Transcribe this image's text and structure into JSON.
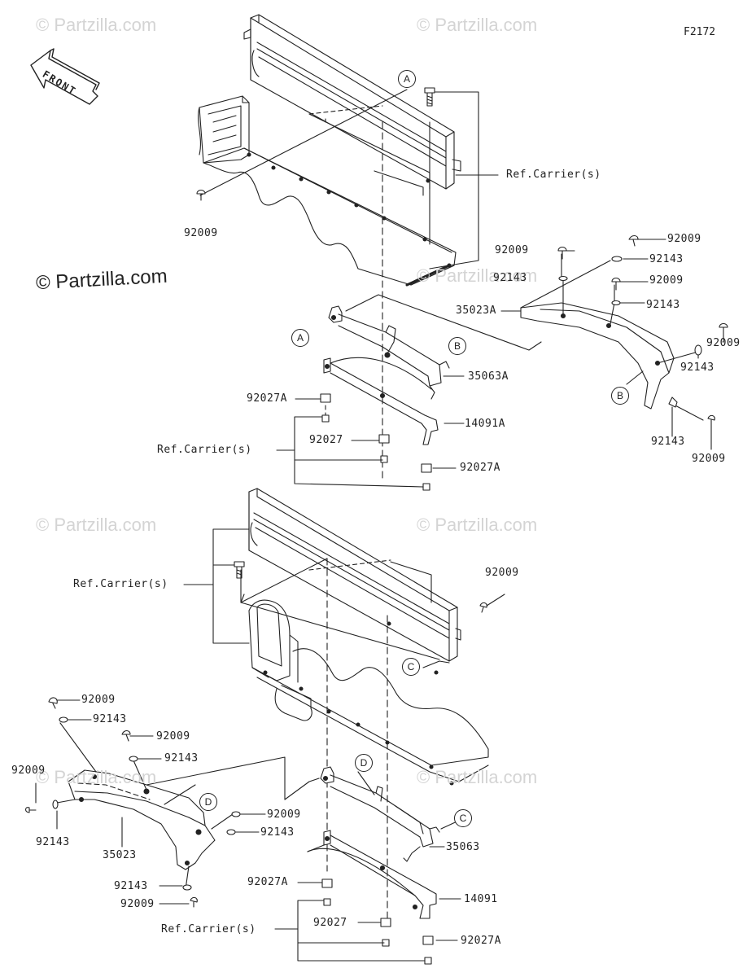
{
  "diagram_code": "F2172",
  "front_label": "FRONT",
  "watermark": "© Partzilla.com",
  "main_watermark": "© Partzilla.com",
  "callout_letters": {
    "a": "A",
    "b": "B",
    "c": "C",
    "d": "D"
  },
  "parts": {
    "p92009": "92009",
    "p92143": "92143",
    "p92027": "92027",
    "p92027A": "92027A",
    "p35023": "35023",
    "p35023A": "35023A",
    "p35063": "35063",
    "p35063A": "35063A",
    "p14091": "14091",
    "p14091A": "14091A",
    "ref_carrier": "Ref.Carrier(s)"
  }
}
